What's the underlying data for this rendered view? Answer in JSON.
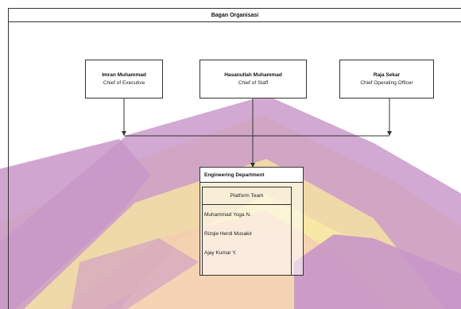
{
  "chart": {
    "title": "Bagan Organisasi",
    "executives": [
      {
        "name": "Imran Muhammad",
        "role": "Chief of Executive"
      },
      {
        "name": "Hasanullah Muhammad",
        "role": "Chief of Staff"
      },
      {
        "name": "Raja Sekar",
        "role": "Chief Operating Officer"
      }
    ],
    "department": {
      "name": "Engineering Department",
      "team": {
        "name": "Platform Team",
        "members": [
          "Muhammad Yoga N.",
          "Rizqie Herdi Musakir",
          "Ajay Kumar Y."
        ]
      }
    }
  },
  "colors": {
    "watermark_purple": "#c896c8",
    "watermark_yellow": "#f7e6a0",
    "watermark_peach": "#f3c9b4",
    "line": "#333333"
  }
}
